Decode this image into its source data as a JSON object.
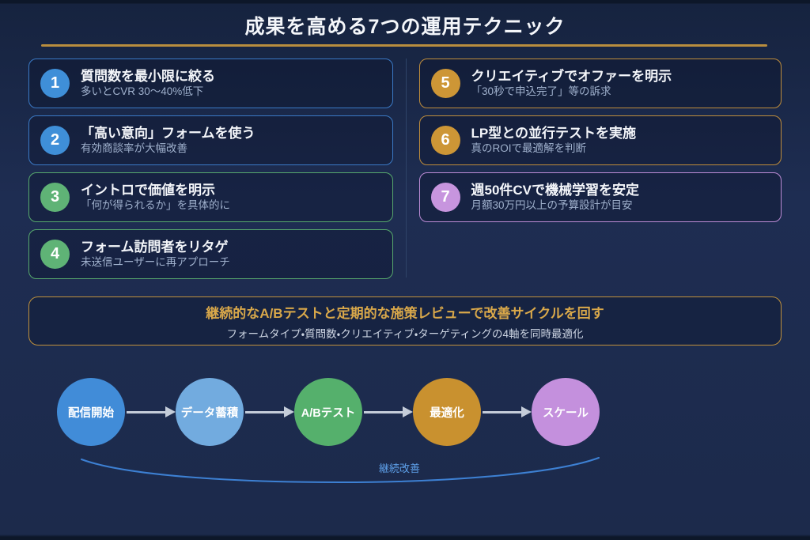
{
  "title": "成果を高める7つの運用テクニック",
  "techniques": [
    {
      "num": "1",
      "title": "質問数を最小限に絞る",
      "desc": "多いとCVR 30〜40%低下",
      "color": "#3f8fd8",
      "border": "#3b7ac6"
    },
    {
      "num": "2",
      "title": "「高い意向」フォームを使う",
      "desc": "有効商談率が大幅改善",
      "color": "#3f8fd8",
      "border": "#3b7ac6"
    },
    {
      "num": "3",
      "title": "イントロで価値を明示",
      "desc": "「何が得られるか」を具体的に",
      "color": "#5fb376",
      "border": "#57a96d"
    },
    {
      "num": "4",
      "title": "フォーム訪問者をリタゲ",
      "desc": "未送信ユーザーに再アプローチ",
      "color": "#5fb376",
      "border": "#57a96d"
    },
    {
      "num": "5",
      "title": "クリエイティブでオファーを明示",
      "desc": "「30秒で申込完了」等の訴求",
      "color": "#cd9636",
      "border": "#bf8d3c"
    },
    {
      "num": "6",
      "title": "LP型との並行テストを実施",
      "desc": "真のROIで最適解を判断",
      "color": "#cd9636",
      "border": "#bf8d3c"
    },
    {
      "num": "7",
      "title": "週50件CVで機械学習を安定",
      "desc": "月額30万円以上の予算設計が目安",
      "color": "#c795de",
      "border": "#bd8cd6"
    }
  ],
  "summary": {
    "headline": "継続的なA/Bテストと定期的な施策レビューで改善サイクルを回す",
    "subline": "フォームタイプ・質問数・クリエイティブ・ターゲティングの4軸を同時最適化",
    "border_color": "#c0913c",
    "headline_color": "#d9a84a"
  },
  "flow": {
    "steps": [
      {
        "label": "配信開始",
        "color": "#418cd8"
      },
      {
        "label": "データ蓄積",
        "color": "#72abdf"
      },
      {
        "label": "A/Bテスト",
        "color": "#55b06c"
      },
      {
        "label": "最適化",
        "color": "#c9912f"
      },
      {
        "label": "スケール",
        "color": "#c490dd"
      }
    ],
    "arrow_color": "#c4ccd9",
    "loop_label": "継続改善",
    "loop_color": "#5d9fe8",
    "loop_curve_color": "#3d80d3"
  },
  "accent": {
    "underline_color": "#b98d3e"
  }
}
